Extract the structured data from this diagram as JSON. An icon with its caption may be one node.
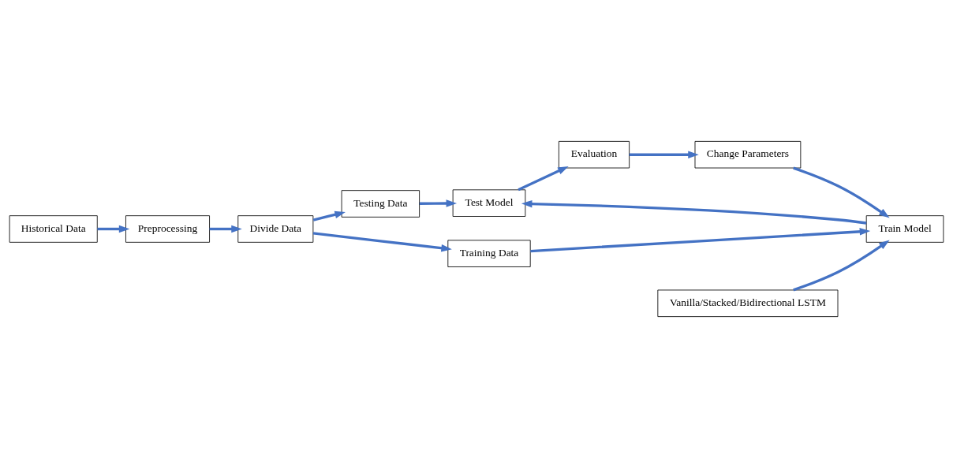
{
  "diagram": {
    "nodes": [
      {
        "text": [
          "Historical Data"
        ]
      },
      {
        "text": [
          "Preprocessing"
        ]
      },
      {
        "text": [
          "Divide Data"
        ]
      },
      {
        "text": [
          "Testing Data"
        ]
      },
      {
        "text": [
          "Training Data"
        ]
      },
      {
        "text": [
          "Test Model"
        ]
      },
      {
        "text": [
          "Evaluation"
        ]
      },
      {
        "text": [
          "Change Parameters"
        ]
      },
      {
        "text": [
          "Train Model"
        ]
      },
      {
        "text": [
          "Vanilla/Stacked/Bidirectional LSTM"
        ]
      }
    ],
    "edges": [
      {
        "from": 0,
        "to": 1,
        "arrow": "to"
      },
      {
        "from": 1,
        "to": 2,
        "arrow": "to"
      },
      {
        "from": 2,
        "to": 3,
        "arrow": "to"
      },
      {
        "from": 2,
        "to": 4,
        "arrow": "to"
      },
      {
        "from": 3,
        "to": 5,
        "arrow": "to"
      },
      {
        "from": 5,
        "to": 6,
        "arrow": "to"
      },
      {
        "from": 6,
        "to": 7,
        "arrow": "to"
      },
      {
        "from": 7,
        "to": 8,
        "arrow": "to"
      },
      {
        "from": 4,
        "to": 8,
        "arrow": "to"
      },
      {
        "from": 8,
        "to": 5,
        "arrow": "to"
      },
      {
        "from": 9,
        "to": 8,
        "arrow": "to"
      }
    ]
  }
}
